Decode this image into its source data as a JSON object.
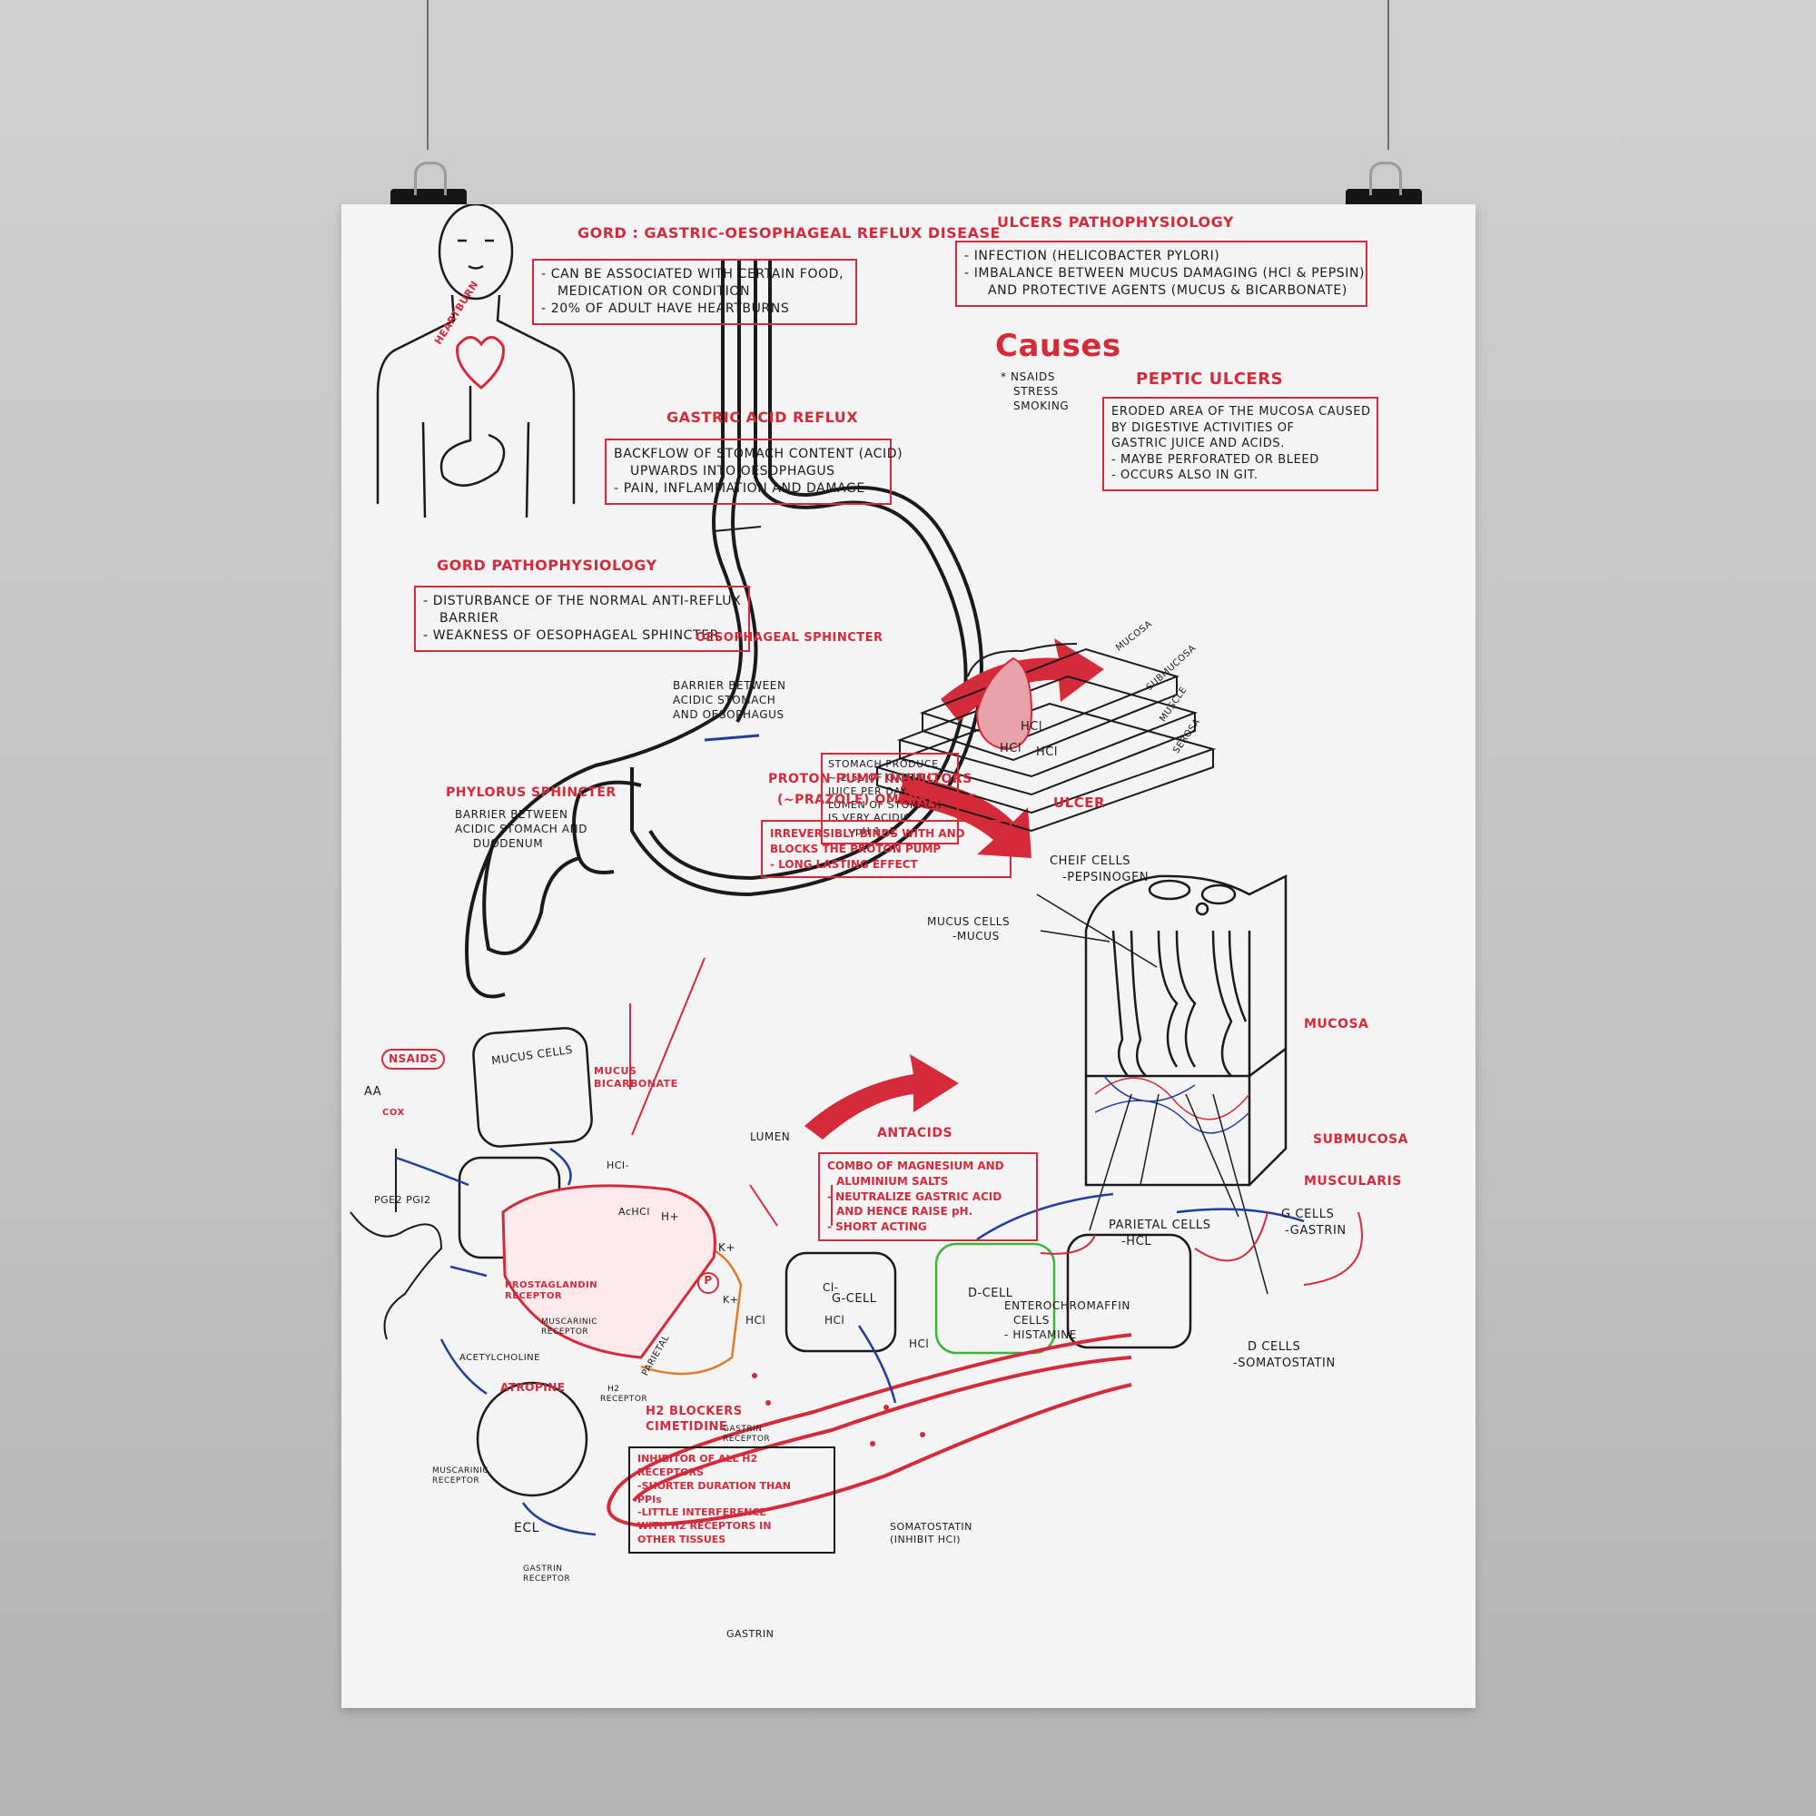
{
  "gord": {
    "title": "GORD : GASTRIC-OESOPHAGEAL REFLUX DISEASE",
    "bullets": [
      "- CAN BE ASSOCIATED WITH CERTAIN FOOD,",
      "MEDICATION OR CONDITION",
      "- 20% OF ADULT HAVE HEARTBURNS"
    ]
  },
  "heartburn_label": "HEARTBURN",
  "acid_reflux": {
    "title": "GASTRIC ACID REFLUX",
    "bullets": [
      "BACKFLOW OF STOMACH CONTENT (ACID)",
      "UPWARDS INTO OESOPHAGUS",
      "- PAIN, INFLAMMATION AND DAMAGE"
    ]
  },
  "gord_patho": {
    "title": "GORD PATHOPHYSIOLOGY",
    "bullets": [
      "- DISTURBANCE OF THE NORMAL ANTI-REFLUX",
      "BARRIER",
      "- WEAKNESS OF OESOPHAGEAL SPHINCTER"
    ]
  },
  "oes_sphincter": {
    "title": "OESOPHAGEAL SPHINCTER",
    "desc": [
      "BARRIER BETWEEN",
      "ACIDIC STOMACH",
      "AND OESOPHAGUS"
    ]
  },
  "pyloric_sphincter": {
    "title": "PHYLORUS SPHINCTER",
    "desc": [
      "BARRIER BETWEEN",
      "ACIDIC STOMACH AND",
      "DUODENUM"
    ]
  },
  "stomach_box": [
    "STOMACH PRODUCE",
    "~ 2.5L OF GASTRIC",
    "JUICE PER DAY.",
    "LUMEN OF STOMACH",
    "IS VERY ACIDIC",
    "pH 1~2"
  ],
  "hcl_labels": [
    "HCl",
    "HCl",
    "HCl"
  ],
  "ulcer_patho": {
    "title": "ULCERS PATHOPHYSIOLOGY",
    "bullets": [
      "- INFECTION (HELICOBACTER PYLORI)",
      "- IMBALANCE BETWEEN MUCUS DAMAGING (HCl & PEPSIN)",
      "AND PROTECTIVE AGENTS (MUCUS & BICARBONATE)"
    ]
  },
  "causes": {
    "title": "Causes",
    "items": [
      "* NSAIDS",
      "STRESS",
      "SMOKING"
    ]
  },
  "peptic": {
    "title": "PEPTIC ULCERS",
    "bullets": [
      "ERODED AREA OF THE MUCOSA CAUSED",
      "BY DIGESTIVE ACTIVITIES OF",
      "GASTRIC JUICE AND ACIDS.",
      "- MAYBE PERFORATED OR BLEED",
      "- OCCURS ALSO IN GIT."
    ]
  },
  "layers": [
    "MUCOSA",
    "SUBMUCOSA",
    "MUSCLE",
    "SEROSA"
  ],
  "ulcer_label": "ULCER",
  "gland": {
    "chief": [
      "CHEIF CELLS",
      "-PEPSINOGEN"
    ],
    "mucus": [
      "MUCUS CELLS",
      "-MUCUS"
    ],
    "mucosa": "MUCOSA",
    "submucosa": "SUBMUCOSA",
    "muscularis": "MUSCULARIS",
    "parietal": [
      "PARIETAL CELLS",
      "-HCL"
    ],
    "gcells": [
      "G CELLS",
      "-GASTRIN"
    ],
    "ecl": [
      "ENTEROCHROMAFFIN",
      "CELLS",
      "- HISTAMINE"
    ],
    "dcells": [
      "D CELLS",
      "-SOMATOSTATIN"
    ]
  },
  "ppi": {
    "title": "PROTON PUMP INHIBITORS",
    "subtitle": "(~PRAZOLE) OMEPRAZOLE",
    "bullets": [
      "IRREVERSIBLY BINDS WITH AND",
      "BLOCKS THE PROTON PUMP",
      "- LONG LASTING EFFECT"
    ]
  },
  "antacids": {
    "title": "ANTACIDS",
    "bullets": [
      "COMBO OF MAGNESIUM AND",
      "ALUMINIUM SALTS",
      "- NEUTRALIZE GASTRIC ACID",
      "AND HENCE RAISE pH.",
      "- SHORT ACTING"
    ]
  },
  "h2": {
    "title": [
      "H2 BLOCKERS",
      "CIMETIDINE"
    ],
    "bullets": [
      "INHIBITOR OF ALL H2",
      "RECEPTORS",
      "-SHORTER DURATION THAN",
      "PPIs",
      "-LITTLE INTERFERENCE",
      "WITH H2 RECEPTORS IN",
      "OTHER TISSUES"
    ]
  },
  "mech": {
    "nsaids": "NSAIDS",
    "aa": "AA",
    "cox": "COX",
    "pge": "PGE2 PGI2",
    "mucus_cells": "MUCUS CELLS",
    "mucus_bicarb": [
      "MUCUS",
      "BICARBONATE"
    ],
    "hcl1": "HCl-",
    "achcl": "AcHCl",
    "lumen": "LUMEN",
    "hplus": "H+",
    "kplus": "K+",
    "kplus2": "K+",
    "cl": "Cl-",
    "p": "P",
    "hcl_ant1": "HCl",
    "hcl_ant2": "HCl",
    "hcl_mid": "HCl",
    "prosta": [
      "PROSTAGLANDIN",
      "RECEPTOR"
    ],
    "musc1": [
      "MUSCARINIC",
      "RECEPTOR"
    ],
    "ach": "ACETYLCHOLINE",
    "atropine": "ATROPINE",
    "h2rec": [
      "H2",
      "RECEPTOR"
    ],
    "parietal": "PARIETAL",
    "gcell": "G-CELL",
    "dcell": "D-CELL",
    "gastrin_rec": [
      "GASTRIN",
      "RECEPTOR"
    ],
    "musc2": [
      "MUSCARINIC",
      "RECEPTOR"
    ],
    "gastrin_rec2": [
      "GASTRIN",
      "RECEPTOR"
    ],
    "ecl": "ECL",
    "soma": [
      "SOMATOSTATIN",
      "(INHIBIT HCl)"
    ],
    "gastrin": "GASTRIN"
  },
  "colors": {
    "red": "#d52a3a",
    "blue": "#1f3d9c",
    "ink": "#1a1a1a",
    "orange": "#e07a2a",
    "green": "#3ab53a",
    "paper": "#f4f4f4"
  }
}
